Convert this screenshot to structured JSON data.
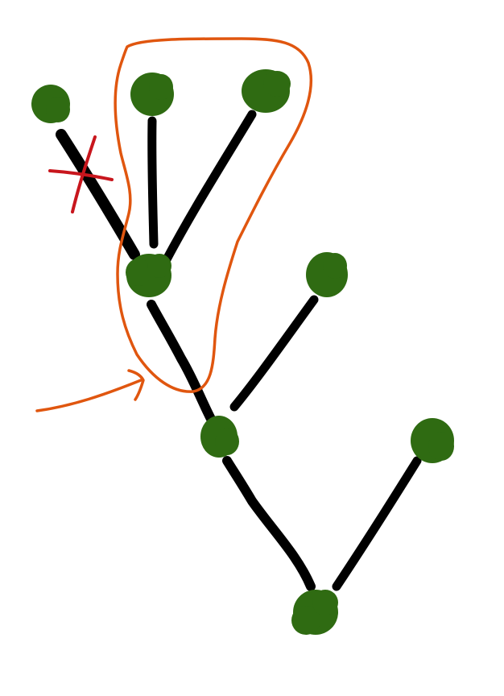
{
  "colors": {
    "background": "#ffffff",
    "edge": "#000000",
    "node": "#2f6b12",
    "highlight": "#e0560f",
    "cross": "#c8161d"
  },
  "diagram": {
    "type": "tree-sketch",
    "nodes": [
      {
        "id": "root"
      },
      {
        "id": "mid"
      },
      {
        "id": "upper"
      },
      {
        "id": "leaf-right-low"
      },
      {
        "id": "leaf-right-mid"
      },
      {
        "id": "leaf-top-left"
      },
      {
        "id": "leaf-top-mid"
      },
      {
        "id": "leaf-top-right"
      }
    ],
    "edges": [
      {
        "from": "root",
        "to": "mid"
      },
      {
        "from": "root",
        "to": "leaf-right-low"
      },
      {
        "from": "mid",
        "to": "upper"
      },
      {
        "from": "mid",
        "to": "leaf-right-mid"
      },
      {
        "from": "upper",
        "to": "leaf-top-mid"
      },
      {
        "from": "upper",
        "to": "leaf-top-right"
      },
      {
        "from": "upper",
        "to": "leaf-top-left",
        "crossed_out": true
      }
    ],
    "highlighted_subtree": {
      "root": "upper",
      "children": [
        "leaf-top-mid",
        "leaf-top-right"
      ]
    },
    "arrow": {
      "points_to": "highlighted_subtree"
    },
    "icons": [
      "tree-diagram",
      "outline-loop",
      "cross-mark",
      "pointer-arrow"
    ]
  }
}
